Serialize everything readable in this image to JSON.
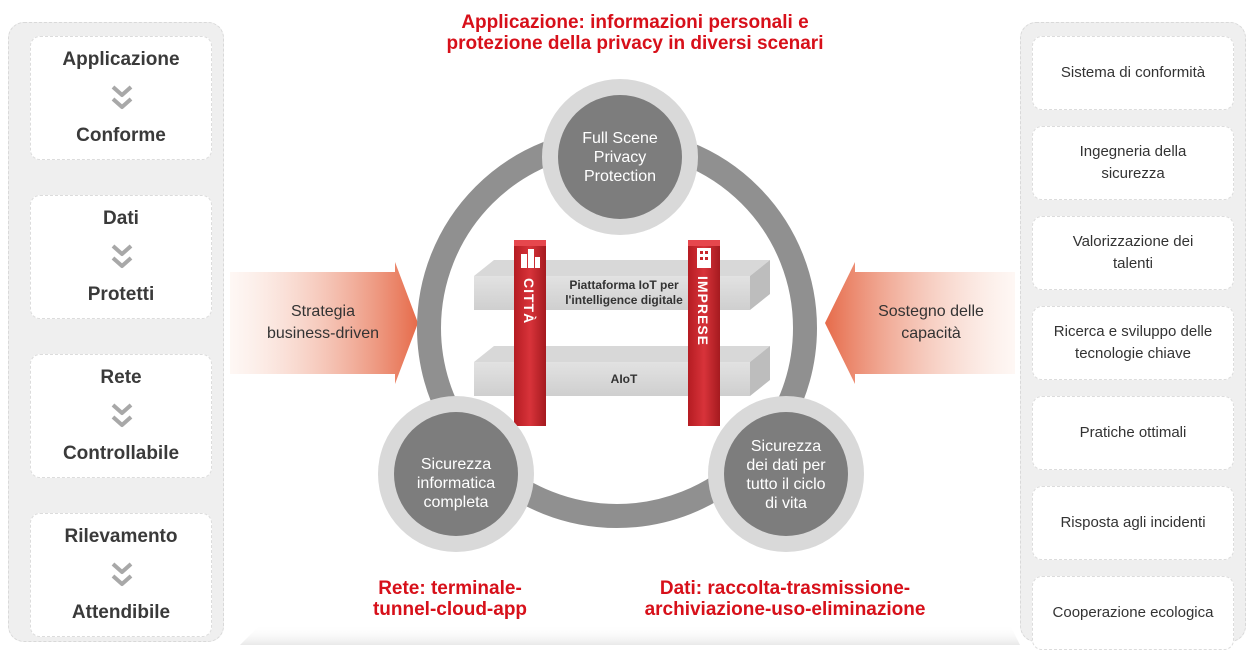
{
  "title_top": [
    "Applicazione: informazioni personali e",
    "protezione della privacy in diversi scenari"
  ],
  "left_panel": {
    "cards": [
      {
        "top": "Applicazione",
        "bottom": "Conforme"
      },
      {
        "top": "Dati",
        "bottom": "Protetti"
      },
      {
        "top": "Rete",
        "bottom": "Controllabile"
      },
      {
        "top": "Rilevamento",
        "bottom": "Attendibile"
      }
    ],
    "chevron_icon": "double-chevron-down-icon"
  },
  "right_panel": {
    "items": [
      [
        "Sistema di conformità"
      ],
      [
        "Ingegneria della",
        "sicurezza"
      ],
      [
        "Valorizzazione dei",
        "talenti"
      ],
      [
        "Ricerca e sviluppo delle",
        "tecnologie chiave"
      ],
      [
        "Pratiche ottimali"
      ],
      [
        "Risposta agli incidenti"
      ],
      [
        "Cooperazione ecologica"
      ]
    ]
  },
  "arrows": {
    "left": [
      "Strategia",
      "business-driven"
    ],
    "right": [
      "Sostegno delle",
      "capacità"
    ]
  },
  "circles": {
    "top": [
      "Full Scene",
      "Privacy",
      "Protection"
    ],
    "bottom_left": [
      "Sicurezza",
      "informatica",
      "completa"
    ],
    "bottom_right": [
      "Sicurezza",
      "dei dati per",
      "tutto il ciclo",
      "di vita"
    ]
  },
  "shelves": {
    "upper": [
      "Piattaforma IoT per",
      "l'intelligence digitale"
    ],
    "lower": "AIoT"
  },
  "pillars": {
    "left": "CITTÀ",
    "right": "IMPRESE",
    "left_icon": "city-buildings-icon",
    "right_icon": "office-building-icon"
  },
  "bottom_titles": {
    "network": [
      "Rete: terminale-",
      "tunnel-cloud-app"
    ],
    "data": [
      "Dati: raccolta-trasmissione-",
      "archiviazione-uso-eliminazione"
    ]
  },
  "colors": {
    "accent_red": "#d7101a",
    "pillar_red": "#c9262b",
    "ring_gray": "#909090",
    "circle_gray": "#7d7d7d",
    "panel_gray": "#efefef"
  }
}
